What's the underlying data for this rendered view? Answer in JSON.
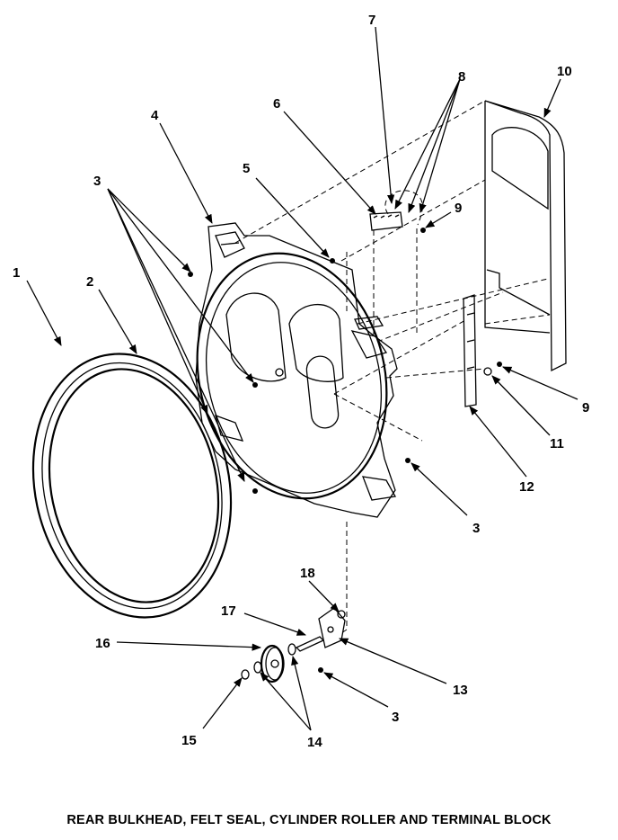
{
  "caption": "REAR BULKHEAD, FELT SEAL, CYLINDER ROLLER AND TERMINAL BLOCK",
  "callouts": [
    {
      "id": "c1",
      "label": "1"
    },
    {
      "id": "c2",
      "label": "2"
    },
    {
      "id": "c3a",
      "label": "3"
    },
    {
      "id": "c3b",
      "label": "3"
    },
    {
      "id": "c3c",
      "label": "3"
    },
    {
      "id": "c4",
      "label": "4"
    },
    {
      "id": "c5",
      "label": "5"
    },
    {
      "id": "c6",
      "label": "6"
    },
    {
      "id": "c7",
      "label": "7"
    },
    {
      "id": "c8",
      "label": "8"
    },
    {
      "id": "c9a",
      "label": "9"
    },
    {
      "id": "c9b",
      "label": "9"
    },
    {
      "id": "c10",
      "label": "10"
    },
    {
      "id": "c11",
      "label": "11"
    },
    {
      "id": "c12",
      "label": "12"
    },
    {
      "id": "c13",
      "label": "13"
    },
    {
      "id": "c14",
      "label": "14"
    },
    {
      "id": "c15",
      "label": "15"
    },
    {
      "id": "c16",
      "label": "16"
    },
    {
      "id": "c17",
      "label": "17"
    },
    {
      "id": "c18",
      "label": "18"
    }
  ]
}
